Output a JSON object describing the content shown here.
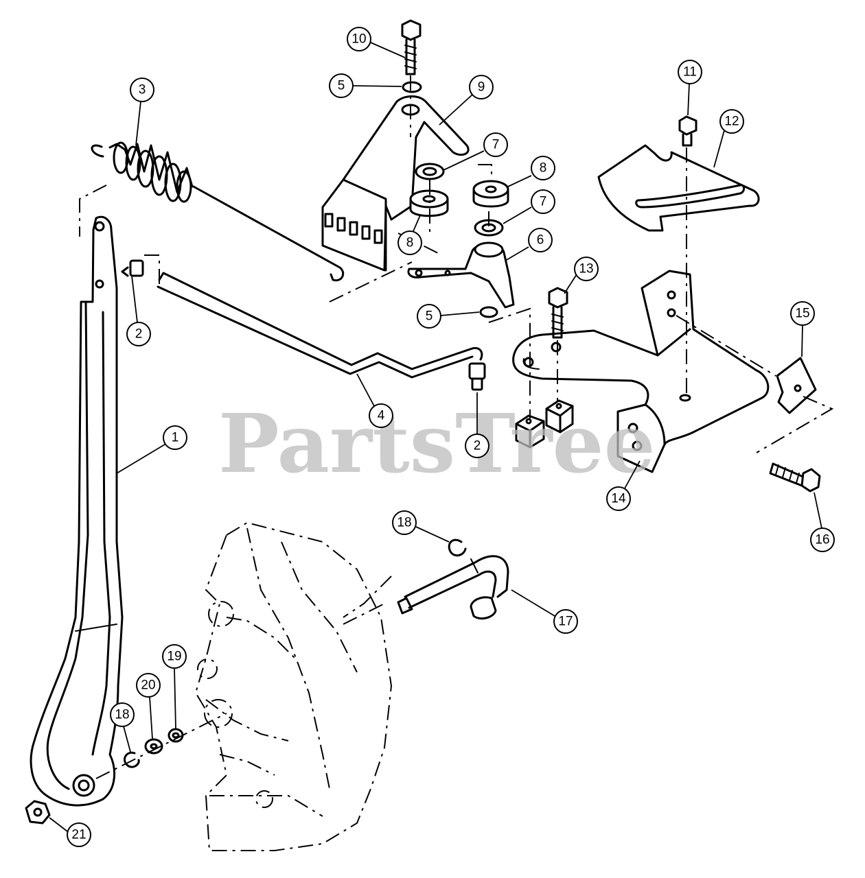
{
  "watermark": "PartsTree",
  "callouts": [
    {
      "id": "c1",
      "label": "1"
    },
    {
      "id": "c2a",
      "label": "2"
    },
    {
      "id": "c2b",
      "label": "2"
    },
    {
      "id": "c3",
      "label": "3"
    },
    {
      "id": "c4",
      "label": "4"
    },
    {
      "id": "c5a",
      "label": "5"
    },
    {
      "id": "c5b",
      "label": "5"
    },
    {
      "id": "c6",
      "label": "6"
    },
    {
      "id": "c7a",
      "label": "7"
    },
    {
      "id": "c7b",
      "label": "7"
    },
    {
      "id": "c8a",
      "label": "8"
    },
    {
      "id": "c8b",
      "label": "8"
    },
    {
      "id": "c9",
      "label": "9"
    },
    {
      "id": "c10",
      "label": "10"
    },
    {
      "id": "c11",
      "label": "11"
    },
    {
      "id": "c12",
      "label": "12"
    },
    {
      "id": "c13",
      "label": "13"
    },
    {
      "id": "c14",
      "label": "14"
    },
    {
      "id": "c15",
      "label": "15"
    },
    {
      "id": "c16",
      "label": "16"
    },
    {
      "id": "c17",
      "label": "17"
    },
    {
      "id": "c18a",
      "label": "18"
    },
    {
      "id": "c18b",
      "label": "18"
    },
    {
      "id": "c19",
      "label": "19"
    },
    {
      "id": "c20",
      "label": "20"
    },
    {
      "id": "c21",
      "label": "21"
    }
  ]
}
